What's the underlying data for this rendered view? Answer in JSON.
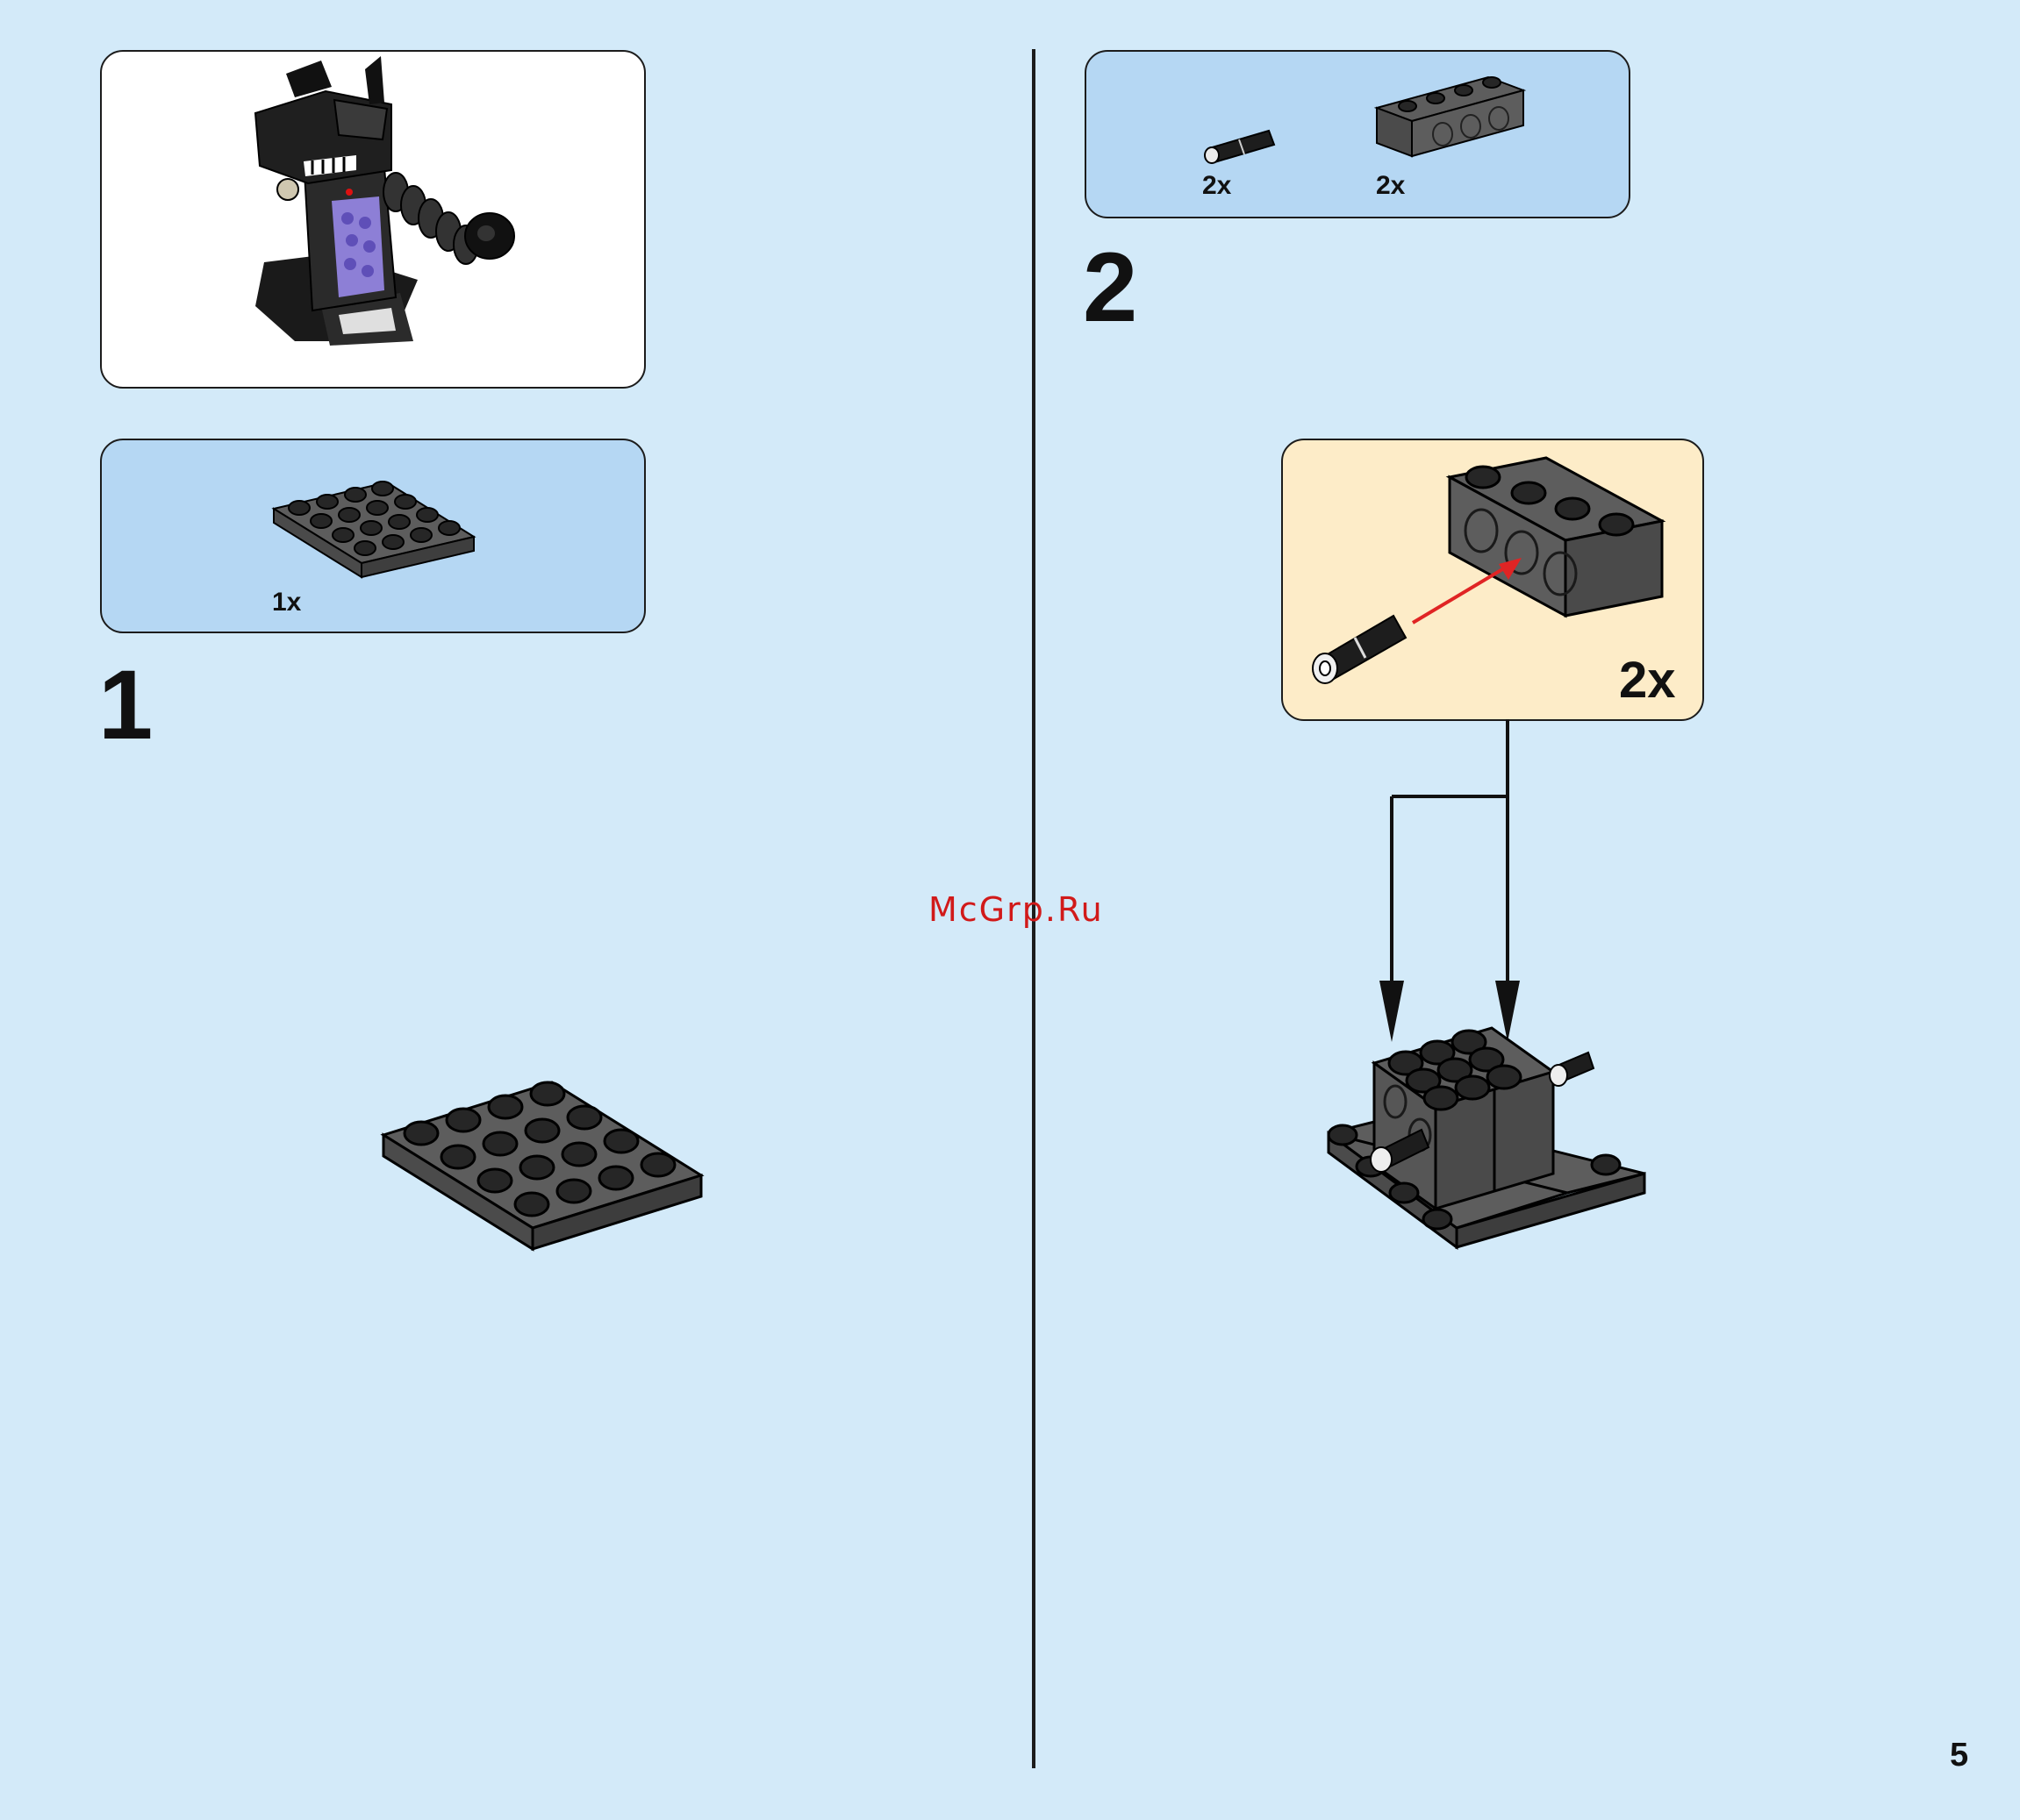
{
  "left": {
    "preview_alt": "completed model",
    "step1_parts": [
      {
        "qty": "1x",
        "part": "4x4 plate"
      }
    ],
    "step1_number": "1"
  },
  "right": {
    "step2_parts": [
      {
        "qty": "2x",
        "part": "connector peg"
      },
      {
        "qty": "2x",
        "part": "technic brick 1x4"
      }
    ],
    "step2_number": "2",
    "callout_qty": "2x"
  },
  "watermark": "McGrp.Ru",
  "page_number": "5",
  "colors": {
    "background": "#d3eaf9",
    "parts_box": "#b5d7f3",
    "callout_box": "#fdecc8",
    "brick": "#5d5d5d",
    "arrow_red": "#e02424"
  }
}
